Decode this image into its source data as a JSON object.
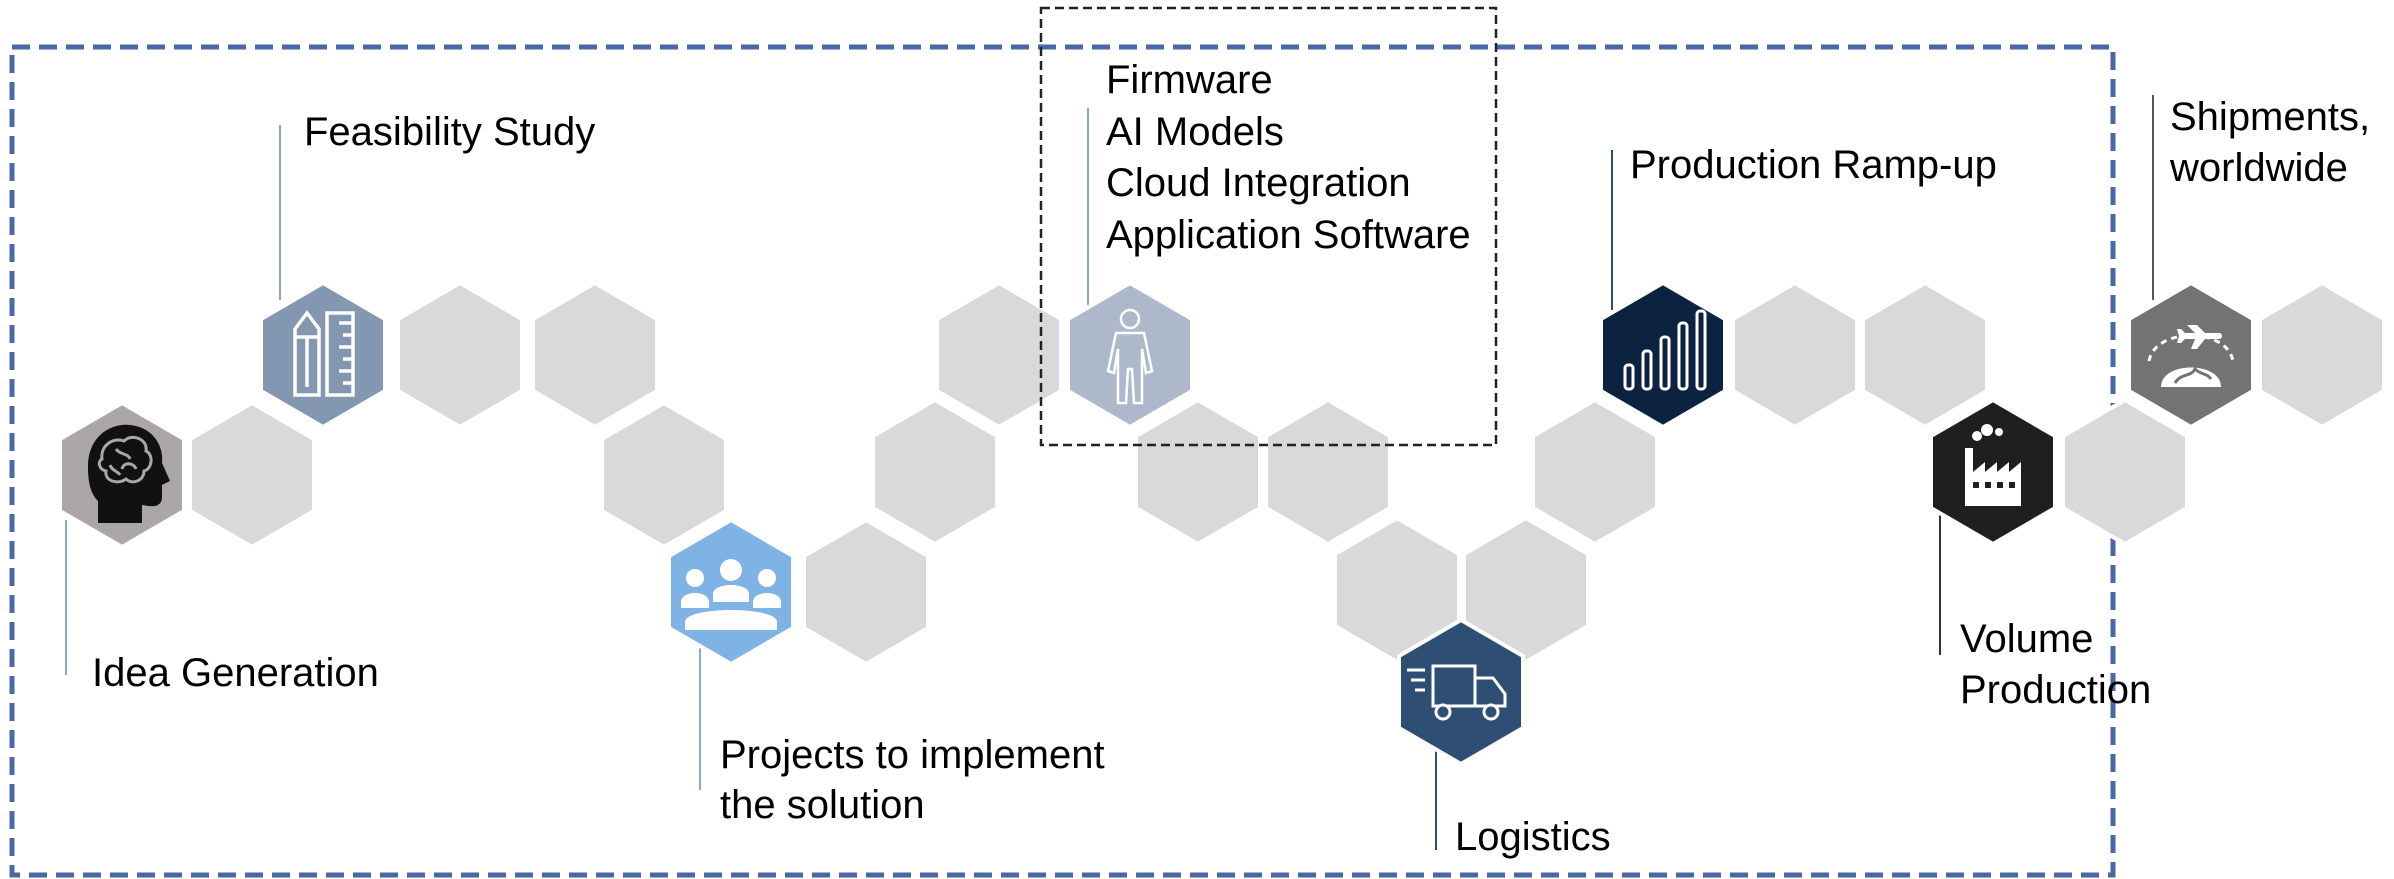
{
  "stages": [
    {
      "label": "Idea Generation",
      "icon": "brain-head-icon",
      "color": "#aba7a6"
    },
    {
      "label": "Feasibility Study",
      "icon": "pencil-ruler-icon",
      "color": "#8497b0"
    },
    {
      "label": "Projects to implement the solution",
      "icon": "team-meeting-icon",
      "color": "#7fb2e5"
    },
    {
      "label": "Firmware / AI Models / Cloud Integration / Application Software",
      "icon": "person-outline-icon",
      "color": "#adb9ca"
    },
    {
      "label": "Logistics",
      "icon": "delivery-truck-icon",
      "color": "#2e4f73"
    },
    {
      "label": "Production Ramp-up",
      "icon": "bar-chart-icon",
      "color": "#0b2341"
    },
    {
      "label": "Volume Production",
      "icon": "factory-icon",
      "color": "#1f1f1f"
    },
    {
      "label": "Shipments, worldwide",
      "icon": "airplane-globe-icon",
      "color": "#737373"
    }
  ],
  "labels": {
    "idea_generation": "Idea Generation",
    "feasibility_study": "Feasibility Study",
    "projects_line1": "Projects to implement",
    "projects_line2": "the solution",
    "software_line1": "Firmware",
    "software_line2": "AI Models",
    "software_line3": "Cloud Integration",
    "software_line4": "Application Software",
    "logistics": "Logistics",
    "production_rampup": "Production Ramp-up",
    "volume_line1": "Volume",
    "volume_line2": "Production",
    "shipments_line1": "Shipments,",
    "shipments_line2": "worldwide"
  },
  "colors": {
    "filler_hex": "#d9d9d9",
    "frame_dashed": "#4a67a8",
    "leader_line": "#8da9c4"
  }
}
